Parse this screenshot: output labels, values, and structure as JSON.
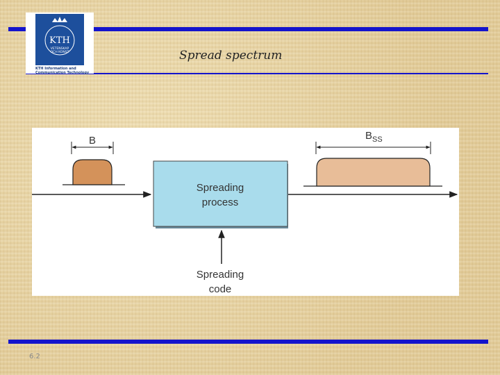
{
  "slide": {
    "title": "Spread spectrum",
    "number": "6.2"
  },
  "logo": {
    "name": "KTH",
    "motto_line1": "VETENSKAP",
    "motto_line2": "OCH KONST",
    "caption_line1": "KTH Information and",
    "caption_line2": "Communication Technology"
  },
  "diagram": {
    "input_bandwidth_label": "B",
    "output_bandwidth_label": "B",
    "output_bandwidth_subscript": "SS",
    "process_label_line1": "Spreading",
    "process_label_line2": "process",
    "code_label_line1": "Spreading",
    "code_label_line2": "code",
    "colors": {
      "input_spectrum": "#d4925a",
      "output_spectrum": "#e8bd98",
      "process_box": "#a9dcec",
      "process_shadow": "#6a8a9a",
      "line": "#222222",
      "frame_blue": "#1414cc"
    }
  }
}
